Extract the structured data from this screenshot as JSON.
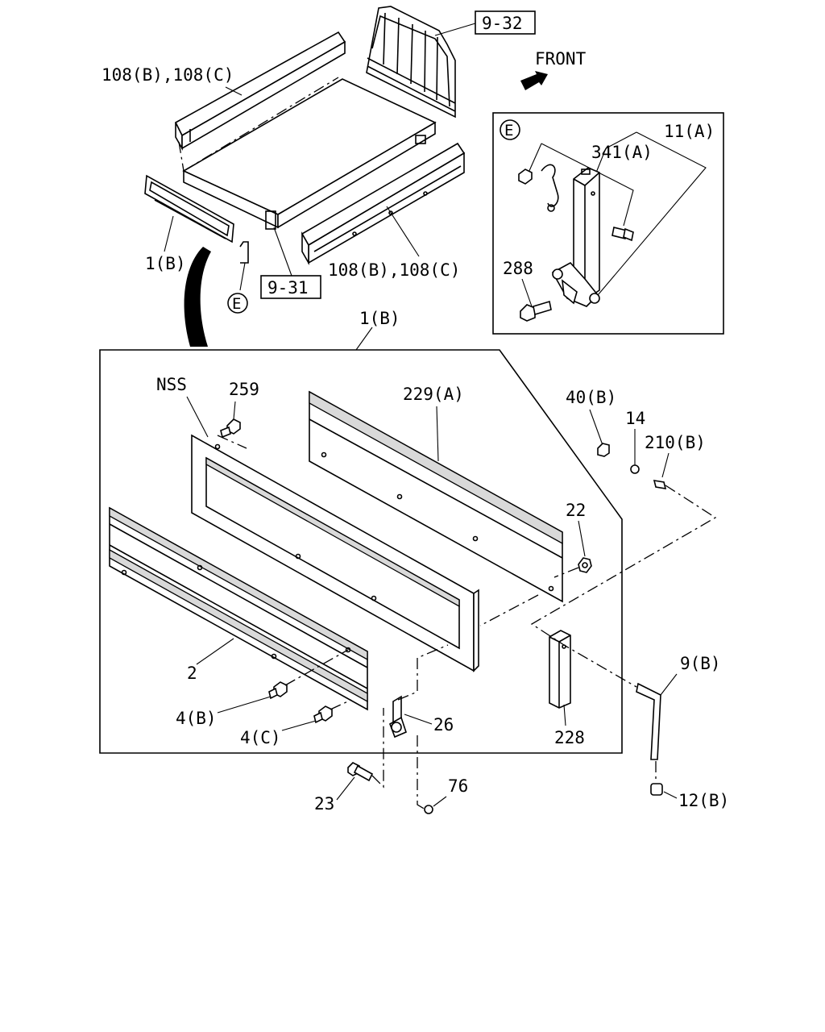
{
  "labels": {
    "ref_9_32": "9-32",
    "ref_9_31": "9-31",
    "front": "FRONT",
    "side_left": "108(B),108(C)",
    "side_right": "108(B),108(C)",
    "tailgate_1b_top": "1(B)",
    "tailgate_1b_detail": "1(B)",
    "circle_e_small": "E",
    "circle_e_inset": "E",
    "part_11a": "11(A)",
    "part_341a": "341(A)",
    "part_288": "288",
    "part_nss": "NSS",
    "part_259": "259",
    "part_229a": "229(A)",
    "part_40b": "40(B)",
    "part_14": "14",
    "part_210b": "210(B)",
    "part_22": "22",
    "part_2": "2",
    "part_4b": "4(B)",
    "part_4c": "4(C)",
    "part_26": "26",
    "part_228": "228",
    "part_9b": "9(B)",
    "part_23": "23",
    "part_76": "76",
    "part_12b": "12(B)"
  },
  "icons": {
    "front_arrow": "arrow-upright-icon"
  }
}
